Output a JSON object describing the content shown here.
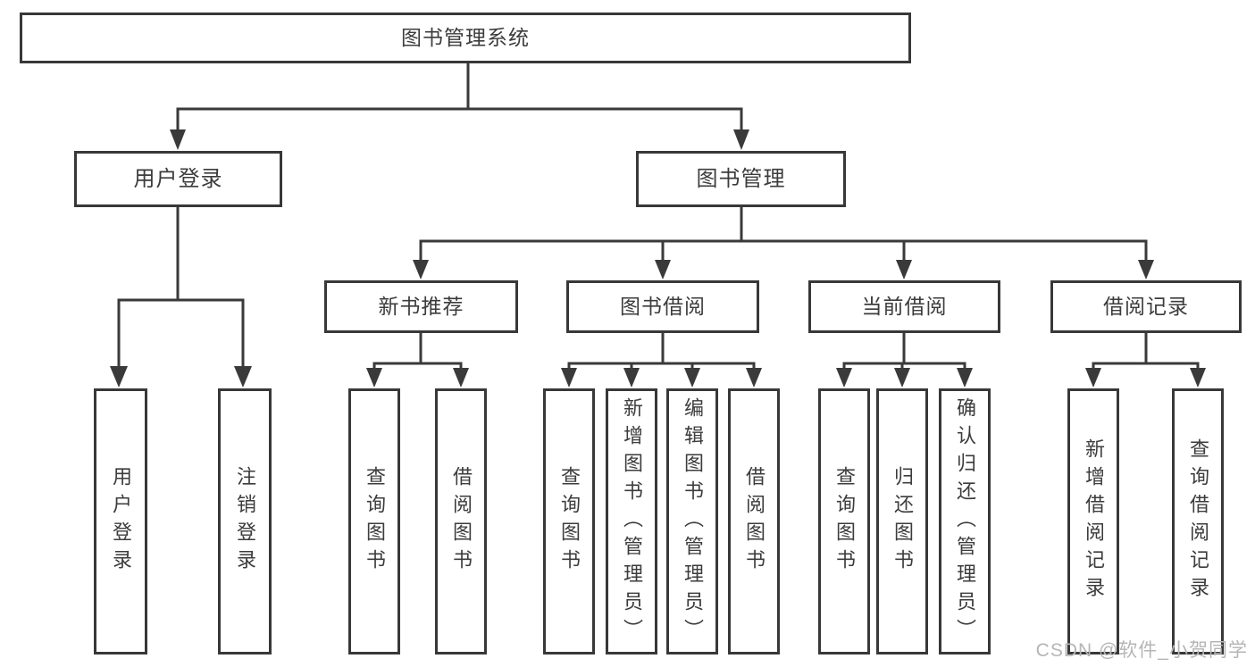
{
  "diagram_title": "图书管理系统",
  "colors": {
    "line": "#3a3a3a",
    "border": "#383838",
    "text": "#3c3c3c",
    "background": "#ffffff",
    "watermark": "#b5b5b5"
  },
  "tree": {
    "label": "图书管理系统",
    "children": [
      {
        "label": "用户登录",
        "children": [
          {
            "label": "用户登录"
          },
          {
            "label": "注销登录"
          }
        ]
      },
      {
        "label": "图书管理",
        "children": [
          {
            "label": "新书推荐",
            "children": [
              {
                "label": "查询图书"
              },
              {
                "label": "借阅图书"
              }
            ]
          },
          {
            "label": "图书借阅",
            "children": [
              {
                "label": "查询图书"
              },
              {
                "label": "新增图书（管理员）"
              },
              {
                "label": "编辑图书（管理员）"
              },
              {
                "label": "借阅图书"
              }
            ]
          },
          {
            "label": "当前借阅",
            "children": [
              {
                "label": "查询图书"
              },
              {
                "label": "归还图书"
              },
              {
                "label": "确认归还（管理员）"
              }
            ]
          },
          {
            "label": "借阅记录",
            "children": [
              {
                "label": "新增借阅记录"
              },
              {
                "label": "查询借阅记录"
              }
            ]
          }
        ]
      }
    ]
  },
  "watermark": {
    "text": "CSDN @软件_小贺同学"
  }
}
